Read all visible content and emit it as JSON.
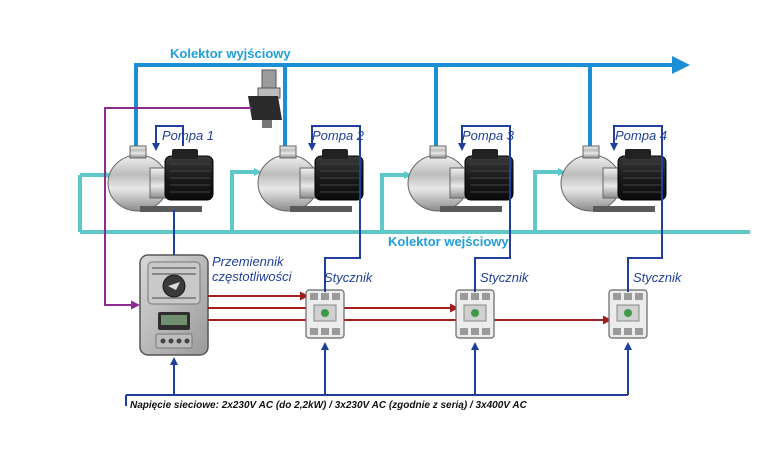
{
  "labels": {
    "collector_out": "Kolektor wyjściowy",
    "collector_in": "Kolektor wejściowy",
    "vfd": [
      "Przemiennik",
      "częstotliwości"
    ],
    "supply": "Napięcie sieciowe: 2x230V AC (do 2,2kW) / 3x230V AC (zgodnie z serią) / 3x400V AC"
  },
  "pumps": [
    {
      "label": "Pompa 1"
    },
    {
      "label": "Pompa 2"
    },
    {
      "label": "Pompa 3"
    },
    {
      "label": "Pompa 4"
    }
  ],
  "contactors": [
    {
      "label": "Stycznik"
    },
    {
      "label": "Stycznik"
    },
    {
      "label": "Stycznik"
    }
  ],
  "colors": {
    "collector_out": "#1a8fd6",
    "collector_in": "#5ec8c9",
    "signal": "#8b2a8f",
    "control": "#1f3f9a",
    "power": "#a31f1f"
  }
}
